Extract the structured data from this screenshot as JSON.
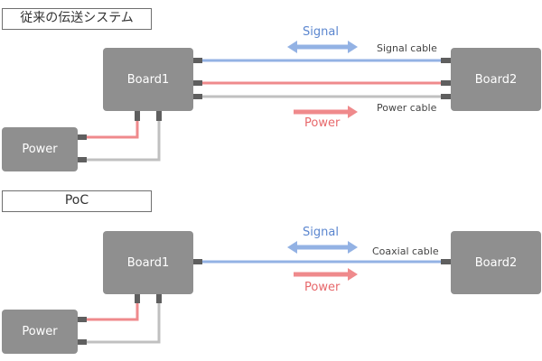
{
  "colors": {
    "signal": "#93b2e4",
    "power": "#ef8a8c",
    "ground": "#c0c0c0",
    "box": "#8f8f8f",
    "connector": "#5f5f5f",
    "signal_text": "#5b86cf",
    "power_text": "#e7686b"
  },
  "sections": [
    {
      "title": "従来の伝送システム",
      "board1": "Board1",
      "board2": "Board2",
      "power_unit": "Power",
      "signal_label": "Signal",
      "power_label": "Power",
      "cable_labels": [
        "Signal cable",
        "Power cable"
      ]
    },
    {
      "title": "PoC",
      "board1": "Board1",
      "board2": "Board2",
      "power_unit": "Power",
      "signal_label": "Signal",
      "power_label": "Power",
      "cable_labels": [
        "Coaxial cable"
      ]
    }
  ]
}
